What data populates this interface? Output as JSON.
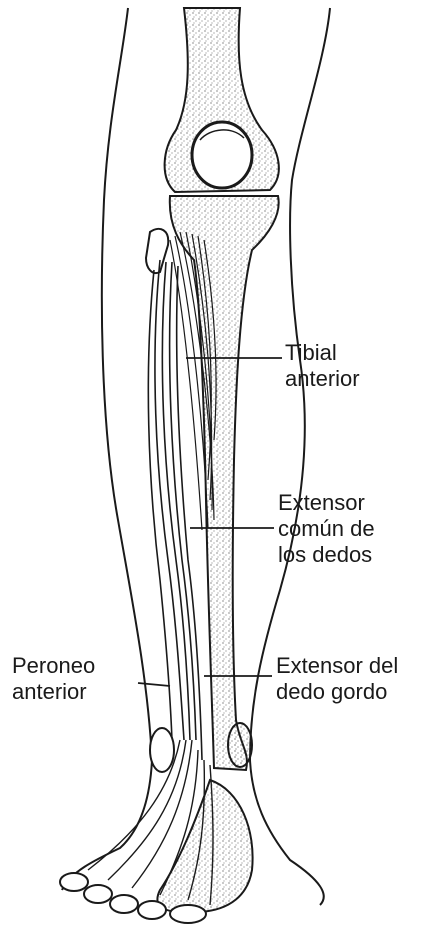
{
  "labels": {
    "tibial_anterior": {
      "line1": "Tibial",
      "line2": "anterior"
    },
    "extensor_comun": {
      "line1": "Extensor",
      "line2": "común de",
      "line3": "los dedos"
    },
    "peroneo_anterior": {
      "line1": "Peroneo",
      "line2": "anterior"
    },
    "extensor_dedo_gordo": {
      "line1": "Extensor del",
      "line2": "dedo gordo"
    }
  },
  "colors": {
    "ink": "#1a1a1a",
    "stipple": "#444444",
    "paper": "#ffffff"
  }
}
